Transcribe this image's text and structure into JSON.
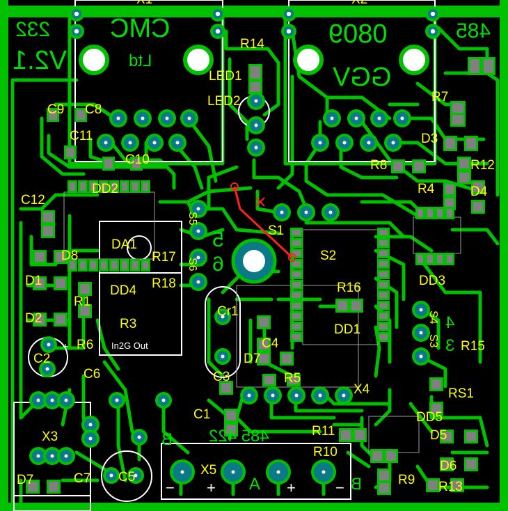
{
  "board": {
    "colors": {
      "background": "#000000",
      "copper": "#00c000",
      "copper_text": "#00e000",
      "silkscreen": "#ffffff",
      "designator": "#ffff00",
      "pad": "#0a7a86",
      "pad_ring": "#44d0c0",
      "wire": "#ff0000"
    },
    "copper_texts": {
      "t232": "232",
      "v21": "V2.1",
      "cmc": "CMC",
      "ltd": "Ltd",
      "x0809": "0809",
      "ggv": "GGV",
      "t485": "485",
      "num5": "5",
      "num6": "6",
      "num4": "4",
      "num3": "3",
      "t485_422": "485 422",
      "letterB": "B",
      "letterA": "A",
      "letterB2": "B"
    },
    "designators": {
      "R14": "R14",
      "LED1": "LED1",
      "LED2": "LED2",
      "R7": "R7",
      "C9": "C9",
      "C8": "C8",
      "C11": "C11",
      "C10": "C10",
      "D3": "D3",
      "R8": "R8",
      "R12": "R12",
      "DD2": "DD2",
      "R4": "R4",
      "D4": "D4",
      "C12": "C12",
      "S1": "S1",
      "DA1": "DA1",
      "R17": "R17",
      "S2": "S2",
      "D8": "D8",
      "D1": "D1",
      "DD4": "DD4",
      "R18": "R18",
      "R16": "R16",
      "DD3": "DD3",
      "R1": "R1",
      "Cr1": "Cr1",
      "D2": "D2",
      "R3": "R3",
      "DD1": "DD1",
      "R6": "R6",
      "C4": "C4",
      "R15": "R15",
      "C2": "C2",
      "D7a": "D7",
      "C6": "C6",
      "C3": "C3",
      "R5": "R5",
      "X4": "X4",
      "RS1": "RS1",
      "C1": "C1",
      "DD5": "DD5",
      "X3": "X3",
      "R11": "R11",
      "D5": "D5",
      "R10": "R10",
      "X5": "X5",
      "D6": "D6",
      "D7b": "D7",
      "C7": "C7",
      "C5": "C5",
      "R9": "R9",
      "R13": "R13",
      "X1": "X1",
      "X2": "X2",
      "S5": "S5",
      "S6": "S6",
      "S3": "S3",
      "S4": "S4"
    },
    "silk_texts": {
      "in2_out": "In2G Out",
      "plus_small": "+",
      "minus1": "−",
      "plus1": "+",
      "plus2": "+",
      "minus2": "−"
    },
    "icons": {
      "wire": "red-jumper-wire-icon",
      "cross": "red-cross-marker-icon",
      "mount": "mounting-hole-icon"
    }
  }
}
